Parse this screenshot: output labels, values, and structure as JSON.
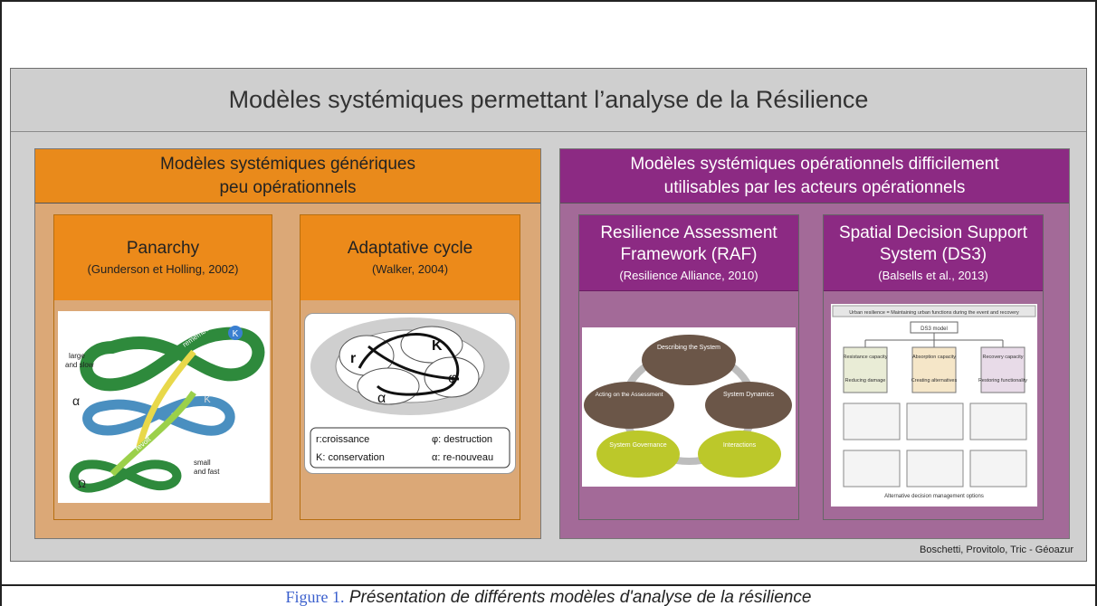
{
  "main_title": "Modèles systémiques permettant l’analyse de la Résilience",
  "generic": {
    "header_line1": "Modèles systémiques génériques",
    "header_line2": "peu opérationnels",
    "panarchy": {
      "title": "Panarchy",
      "subtitle": "(Gunderson et Holling, 2002)",
      "labels": {
        "large_slow_1": "large",
        "large_slow_2": "and slow",
        "small_fast_1": "small",
        "small_fast_2": "and fast",
        "remember": "remember",
        "revolt": "revolt",
        "K": "K",
        "alpha": "α",
        "omega": "Ω"
      }
    },
    "adaptive": {
      "title": "Adaptative cycle",
      "subtitle": "(Walker, 2004)",
      "labels": {
        "r": "r",
        "K": "K",
        "phi": "φ",
        "alpha": "α"
      },
      "legend": {
        "r": "r:croissance",
        "phi": "φ: destruction",
        "K": "K: conservation",
        "alpha": "α: re-nouveau"
      }
    }
  },
  "operational": {
    "header_line1": "Modèles systémiques opérationnels difficilement",
    "header_line2": "utilisables par les acteurs opérationnels",
    "raf": {
      "title_line1": "Resilience Assessment",
      "title_line2": "Framework (RAF)",
      "subtitle": "(Resilience Alliance, 2010)",
      "nodes": {
        "describing": "Describing the System",
        "acting": "Acting on the Assessment",
        "dynamics": "System Dynamics",
        "governance": "System Governance",
        "interactions": "Interactions"
      }
    },
    "ds3": {
      "title_line1": "Spatial Decision Support",
      "title_line2": "System (DS3)",
      "subtitle": "(Balsells et al., 2013)",
      "banner": "Urban resilience = Maintaining urban functions during the event and recovery",
      "model": "DS3 model",
      "col1_top": "Resistance capacity",
      "col1_bottom": "Reducing damage",
      "col2_top": "Absorption capacity",
      "col2_bottom": "Creating alternatives",
      "col3_top": "Recovery capacity",
      "col3_bottom": "Restoring functionality",
      "footer": "Alternative decision management options"
    }
  },
  "credit": "Boschetti, Provitolo, Tric - Géoazur",
  "caption": {
    "number": "Figure 1.",
    "text": "Présentation de différents modèles d'analyse de la résilience"
  },
  "colors": {
    "gray_panel": "#d0d0d0",
    "orange_header": "#e98a1b",
    "orange_body": "#dba877",
    "purple_header": "#8c2a83",
    "purple_body": "#a36a98",
    "caption_blue": "#3a5fcd"
  }
}
